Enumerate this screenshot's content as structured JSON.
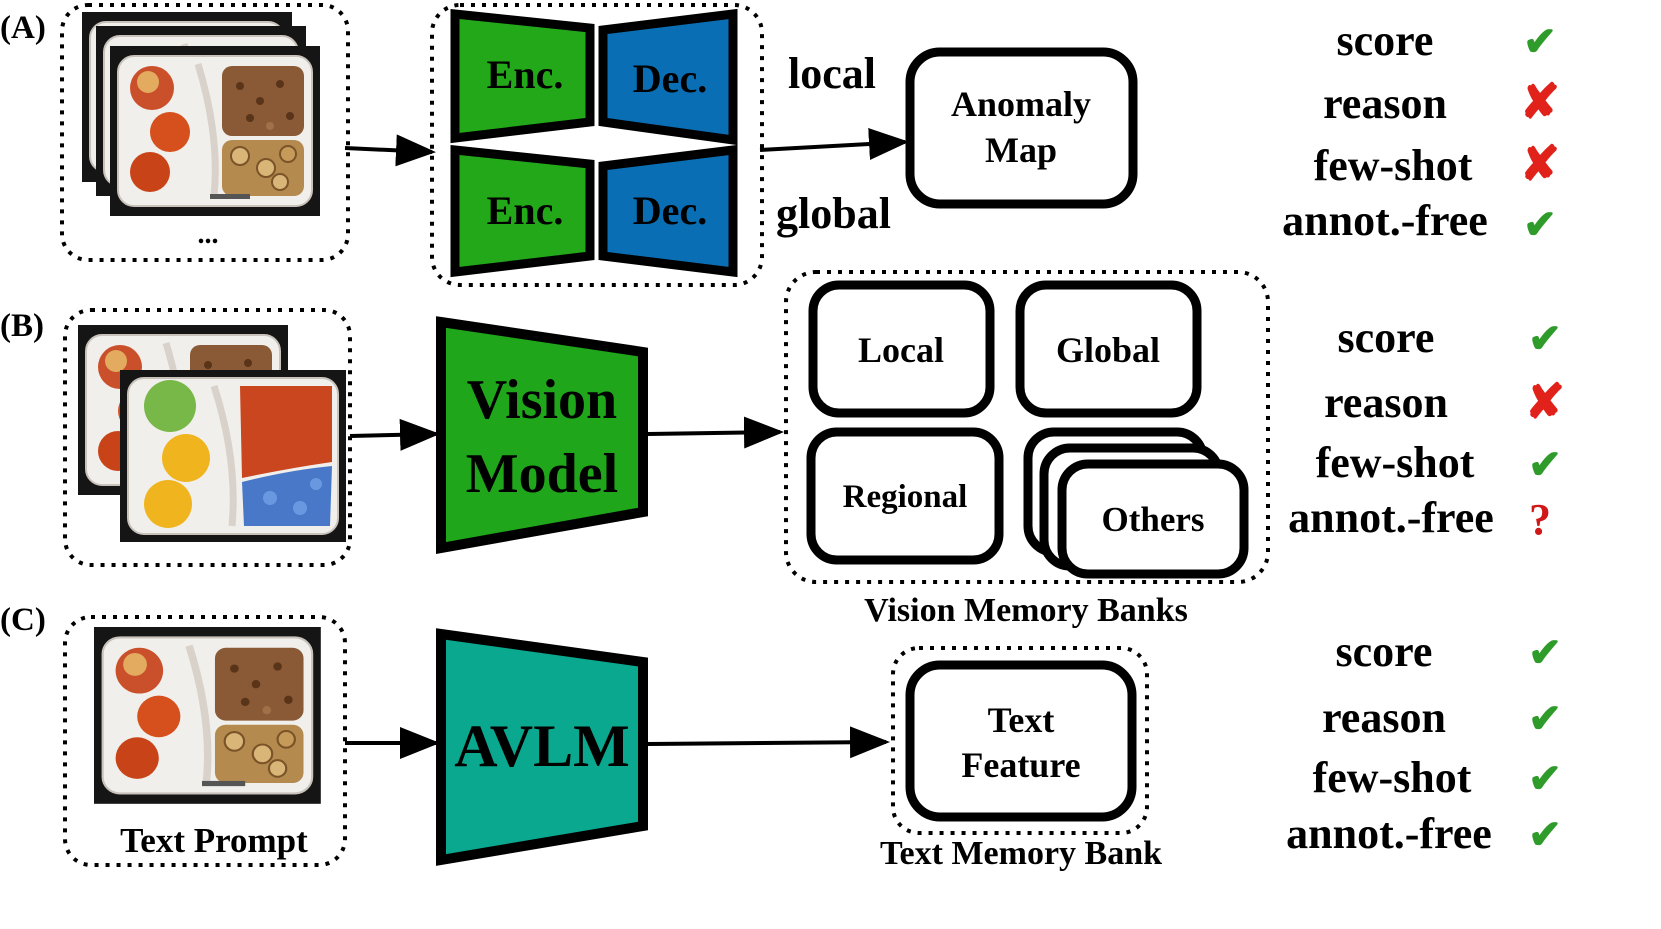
{
  "palette": {
    "encoder_green": "#22a818",
    "decoder_blue": "#0a6eb4",
    "vision_green": "#1fa61a",
    "avlm_teal": "#0aa88f",
    "check_green": "#2f9b2b",
    "cross_red": "#e0221b",
    "question_red": "#d01818",
    "ink": "#000000"
  },
  "panels": {
    "a": {
      "label": "(A)",
      "encoders": [
        "Enc.",
        "Enc."
      ],
      "decoders": [
        "Dec.",
        "Dec."
      ],
      "branch_local": "local",
      "branch_global": "global",
      "output_line1": "Anomaly",
      "output_line2": "Map",
      "ellipsis": "..."
    },
    "b": {
      "label": "(B)",
      "model_line1": "Vision",
      "model_line2": "Model",
      "banks": [
        "Local",
        "Global",
        "Regional",
        "Others"
      ],
      "banks_caption": "Vision Memory Banks"
    },
    "c": {
      "label": "(C)",
      "input_caption": "Text Prompt",
      "model": "AVLM",
      "feature_line1": "Text",
      "feature_line2": "Feature",
      "bank_caption": "Text Memory Bank"
    }
  },
  "properties": {
    "a": [
      {
        "name": "score",
        "status": "check"
      },
      {
        "name": "reason",
        "status": "cross"
      },
      {
        "name": "few-shot",
        "status": "cross"
      },
      {
        "name": "annot.-free",
        "status": "check"
      }
    ],
    "b": [
      {
        "name": "score",
        "status": "check"
      },
      {
        "name": "reason",
        "status": "cross"
      },
      {
        "name": "few-shot",
        "status": "check"
      },
      {
        "name": "annot.-free",
        "status": "question"
      }
    ],
    "c": [
      {
        "name": "score",
        "status": "check"
      },
      {
        "name": "reason",
        "status": "check"
      },
      {
        "name": "few-shot",
        "status": "check"
      },
      {
        "name": "annot.-free",
        "status": "check"
      }
    ]
  },
  "status_glyphs": {
    "check": "✔",
    "cross": "✘",
    "question": "?"
  }
}
